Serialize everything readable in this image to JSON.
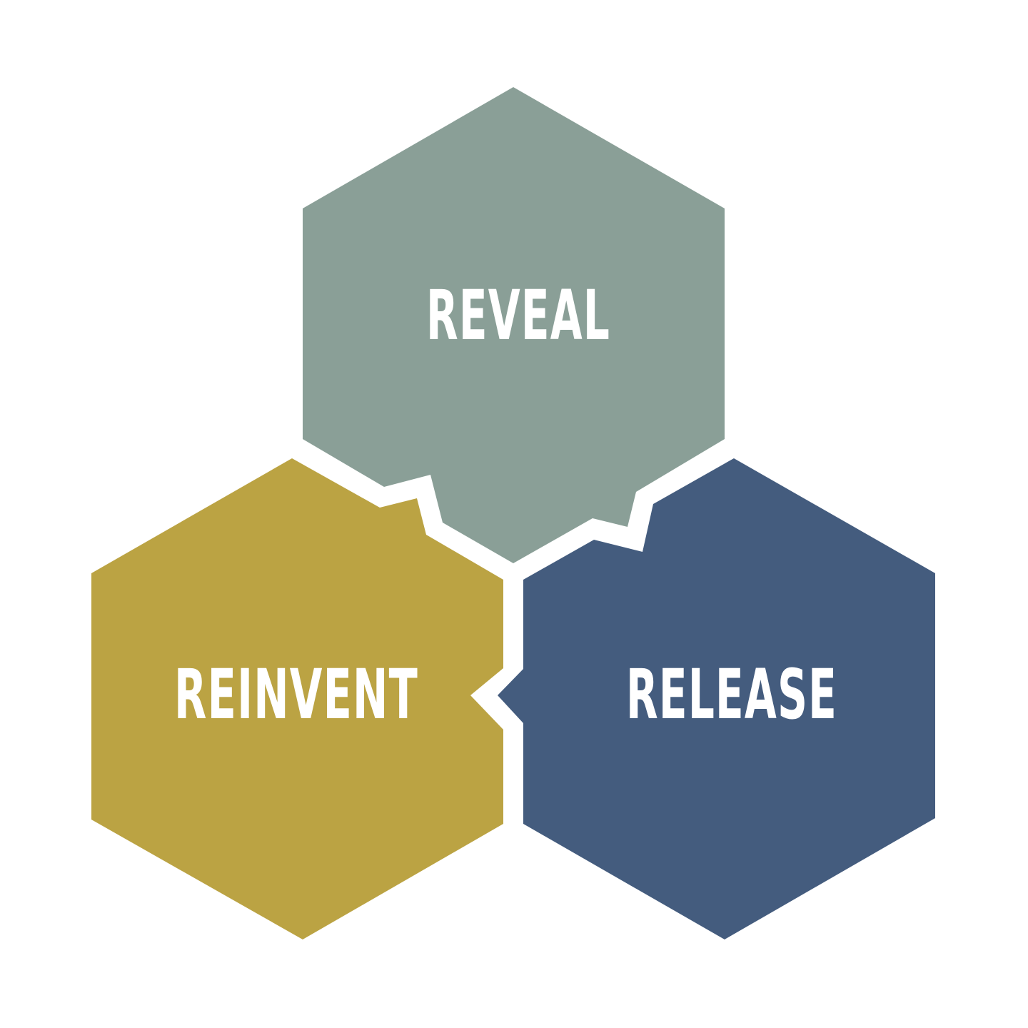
{
  "diagram": {
    "nodes": [
      {
        "id": "reveal",
        "label": "REVEAL",
        "color": "#8a9f97"
      },
      {
        "id": "reinvent",
        "label": "REINVENT",
        "color": "#bba343"
      },
      {
        "id": "release",
        "label": "RELEASE",
        "color": "#445c7e"
      }
    ],
    "background": "#ffffff"
  }
}
